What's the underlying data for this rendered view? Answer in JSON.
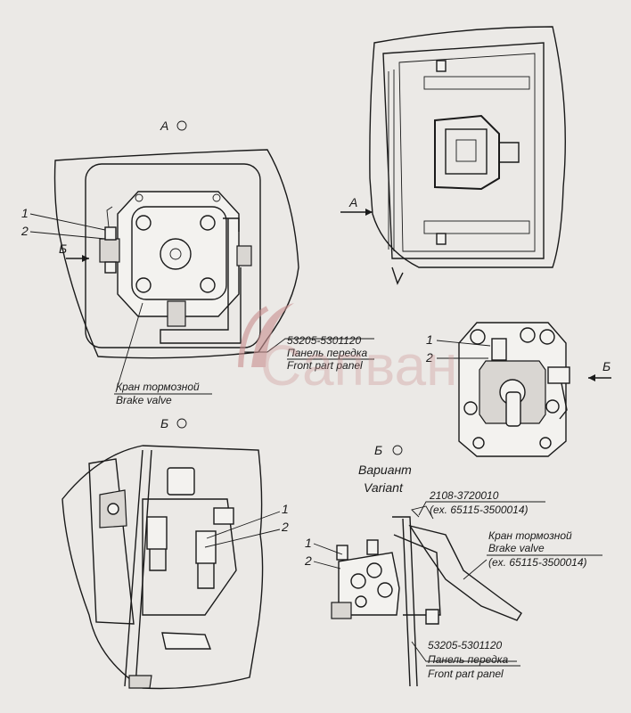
{
  "views": {
    "view_a_title": "А",
    "view_b_title": "Б",
    "view_b2_title": "Б",
    "arrow_a": "А",
    "arrow_b_left": "Б",
    "arrow_b_right": "Б"
  },
  "callouts": {
    "one": "1",
    "two": "2"
  },
  "labels": {
    "part_number_panel": "53205-5301120",
    "panel_ru": "Панель передка",
    "panel_en": "Front part panel",
    "valve_ru": "Кран тормозной",
    "valve_en": "Brake valve",
    "variant_ru": "Вариант",
    "variant_en": "Variant",
    "part_number_valve": "2108-3720010",
    "part_number_valve_ex": "(ex. 65115-3500014)",
    "valve2_ru": "Кран тормозной",
    "valve2_en": "Brake valve",
    "valve2_ex": "(ex. 65115-3500014)",
    "part_number_panel2": "53205-5301120",
    "panel2_ru": "Панель передка",
    "panel2_en": "Front part panel"
  },
  "watermark": {
    "text": "Сапван"
  }
}
